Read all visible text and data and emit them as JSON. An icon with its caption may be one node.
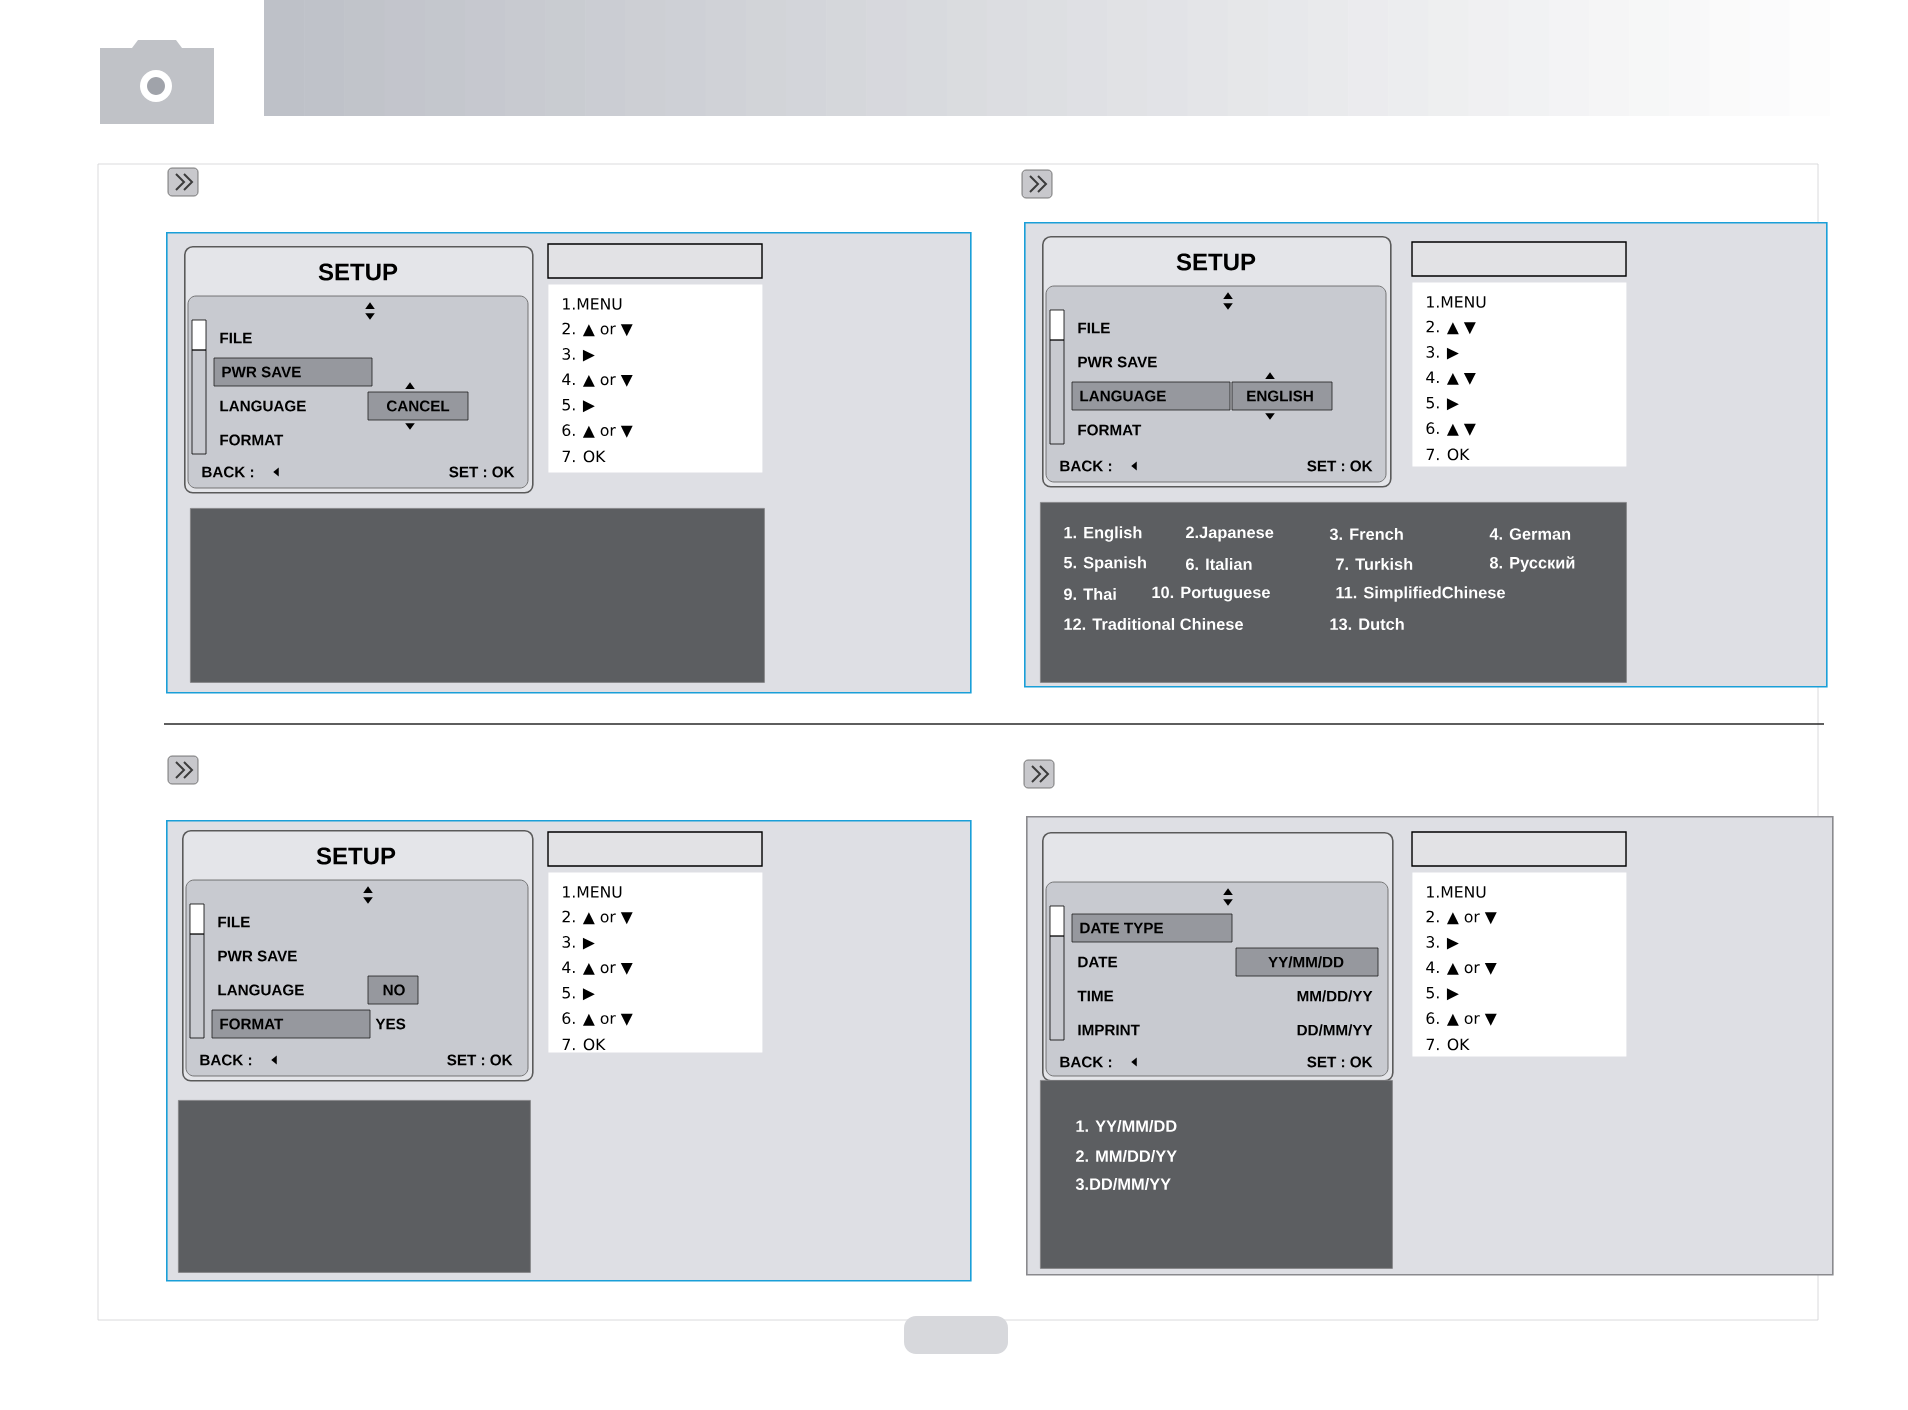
{
  "diagram": {
    "nodes": [
      {
        "text": [],
        "shape": "box"
      },
      {
        "text": [
          "SETUP",
          "FILE",
          "PWR SAVE",
          "LANGUAGE",
          "FORMAT",
          "CANCEL",
          "BACK :",
          "SET : OK"
        ],
        "in": 0
      },
      {
        "text": [
          "1.MENU",
          "2. ▲ or ▼",
          "3. ▶",
          "4. ▲ or ▼",
          "5. ▶",
          "6. ▲ or ▼",
          "7. OK"
        ],
        "in": 0
      },
      {
        "text": [],
        "shape": "box",
        "in": 0
      },
      {
        "text": [],
        "shape": "box"
      },
      {
        "text": [
          "SETUP",
          "FILE",
          "PWR SAVE",
          "LANGUAGE",
          "ENGLISH",
          "FORMAT",
          "BACK :",
          "SET : OK"
        ],
        "in": 4
      },
      {
        "text": [
          "1.MENU",
          "2. ▲ ▼",
          "3. ▶",
          "4. ▲ ▼",
          "5. ▶",
          "6. ▲ ▼",
          "7. OK"
        ],
        "in": 4
      },
      {
        "text": [
          "1. English",
          "2.Japanese",
          "3. French",
          "4. German",
          "5. Spanish",
          "6. Italian",
          "7. Turkish",
          "8. Русский",
          "9. Thai",
          "10. Portuguese",
          "11. SimplifiedChinese",
          "12. Traditional Chinese",
          "13. Dutch"
        ],
        "in": 4
      },
      {
        "text": [],
        "shape": "box"
      },
      {
        "text": [
          "SETUP",
          "FILE",
          "PWR SAVE",
          "LANGUAGE",
          "NO",
          "FORMAT",
          "YES",
          "BACK :",
          "SET : OK"
        ],
        "in": 8
      },
      {
        "text": [
          "1.MENU",
          "2. ▲ or ▼",
          "3. ▶",
          "4. ▲ or ▼",
          "5. ▶",
          "6. ▲ or ▼",
          "7. OK"
        ],
        "in": 8
      },
      {
        "text": [],
        "shape": "box",
        "in": 8
      },
      {
        "text": [],
        "shape": "box"
      },
      {
        "text": [
          "DATE TYPE",
          "DATE",
          "YY/MM/DD",
          "TIME",
          "MM/DD/YY",
          "IMPRINT",
          "DD/MM/YY",
          "BACK :",
          "SET : OK"
        ],
        "in": 12
      },
      {
        "text": [
          "1.MENU",
          "2. ▲ or ▼",
          "3. ▶",
          "4. ▲ or ▼",
          "5. ▶",
          "6. ▲ or ▼",
          "7. OK"
        ],
        "in": 12
      },
      {
        "text": [
          "1. YY/MM/DD",
          "2. MM/DD/YY",
          "3.DD/MM/YY"
        ],
        "in": 12
      }
    ]
  }
}
